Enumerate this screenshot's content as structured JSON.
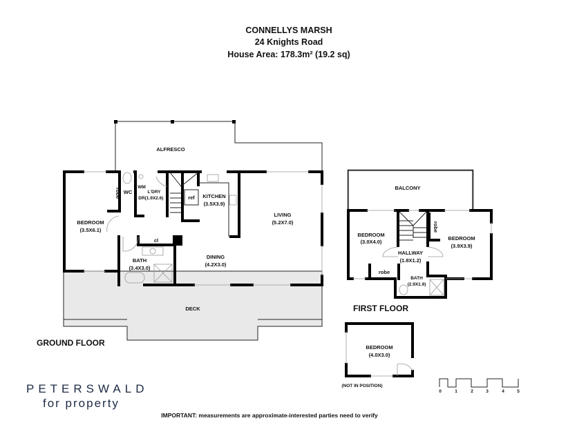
{
  "header": {
    "title": "CONNELLYS MARSH",
    "address": "24 Knights Road",
    "area": "House Area: 178.3m² (19.2 sq)"
  },
  "ground_floor": {
    "label": "GROUND FLOOR",
    "rooms": {
      "alfresco": "ALFRESCO",
      "bedroom": "BEDROOM",
      "bedroom_size": "(3.5X6.1)",
      "robe": "robe",
      "wc": "WC",
      "wm": "WM",
      "dr": "DR",
      "laundry": "L'DRY",
      "laundry_size": "(1.9X2.6)",
      "ref": "ref",
      "kitchen": "KITCHEN",
      "kitchen_size": "(3.5X3.9)",
      "living": "LIVING",
      "living_size": "(5.2X7.0)",
      "cl": "cl",
      "bath": "BATH",
      "bath_size": "(3.4X3.0)",
      "dining": "DINING",
      "dining_size": "(4.2X3.0)",
      "deck": "DECK"
    }
  },
  "first_floor": {
    "label": "FIRST FLOOR",
    "rooms": {
      "balcony": "BALCONY",
      "bedroom1": "BEDROOM",
      "bedroom1_size": "(3.0X4.0)",
      "bedroom2": "BEDROOM",
      "bedroom2_size": "(3.9X3.9)",
      "robe1": "robe",
      "robe2": "robe",
      "hallway": "HALLWAY",
      "hallway_size": "(1.8X1.2)",
      "bath": "BATH",
      "bath_size": "(2.9X1.9)"
    }
  },
  "detached": {
    "bedroom": "BEDROOM",
    "bedroom_size": "(4.0X3.0)",
    "note": "(NOT IN POSITION)"
  },
  "scale_bar": {
    "ticks": [
      "0",
      "1",
      "2",
      "3",
      "4",
      "5"
    ]
  },
  "logo": {
    "line1": "PETERSWALD",
    "line2": "for property"
  },
  "footer": {
    "important_label": "IMPORTANT:",
    "important_text": " measurements are approximate-interested parties need to verify"
  }
}
